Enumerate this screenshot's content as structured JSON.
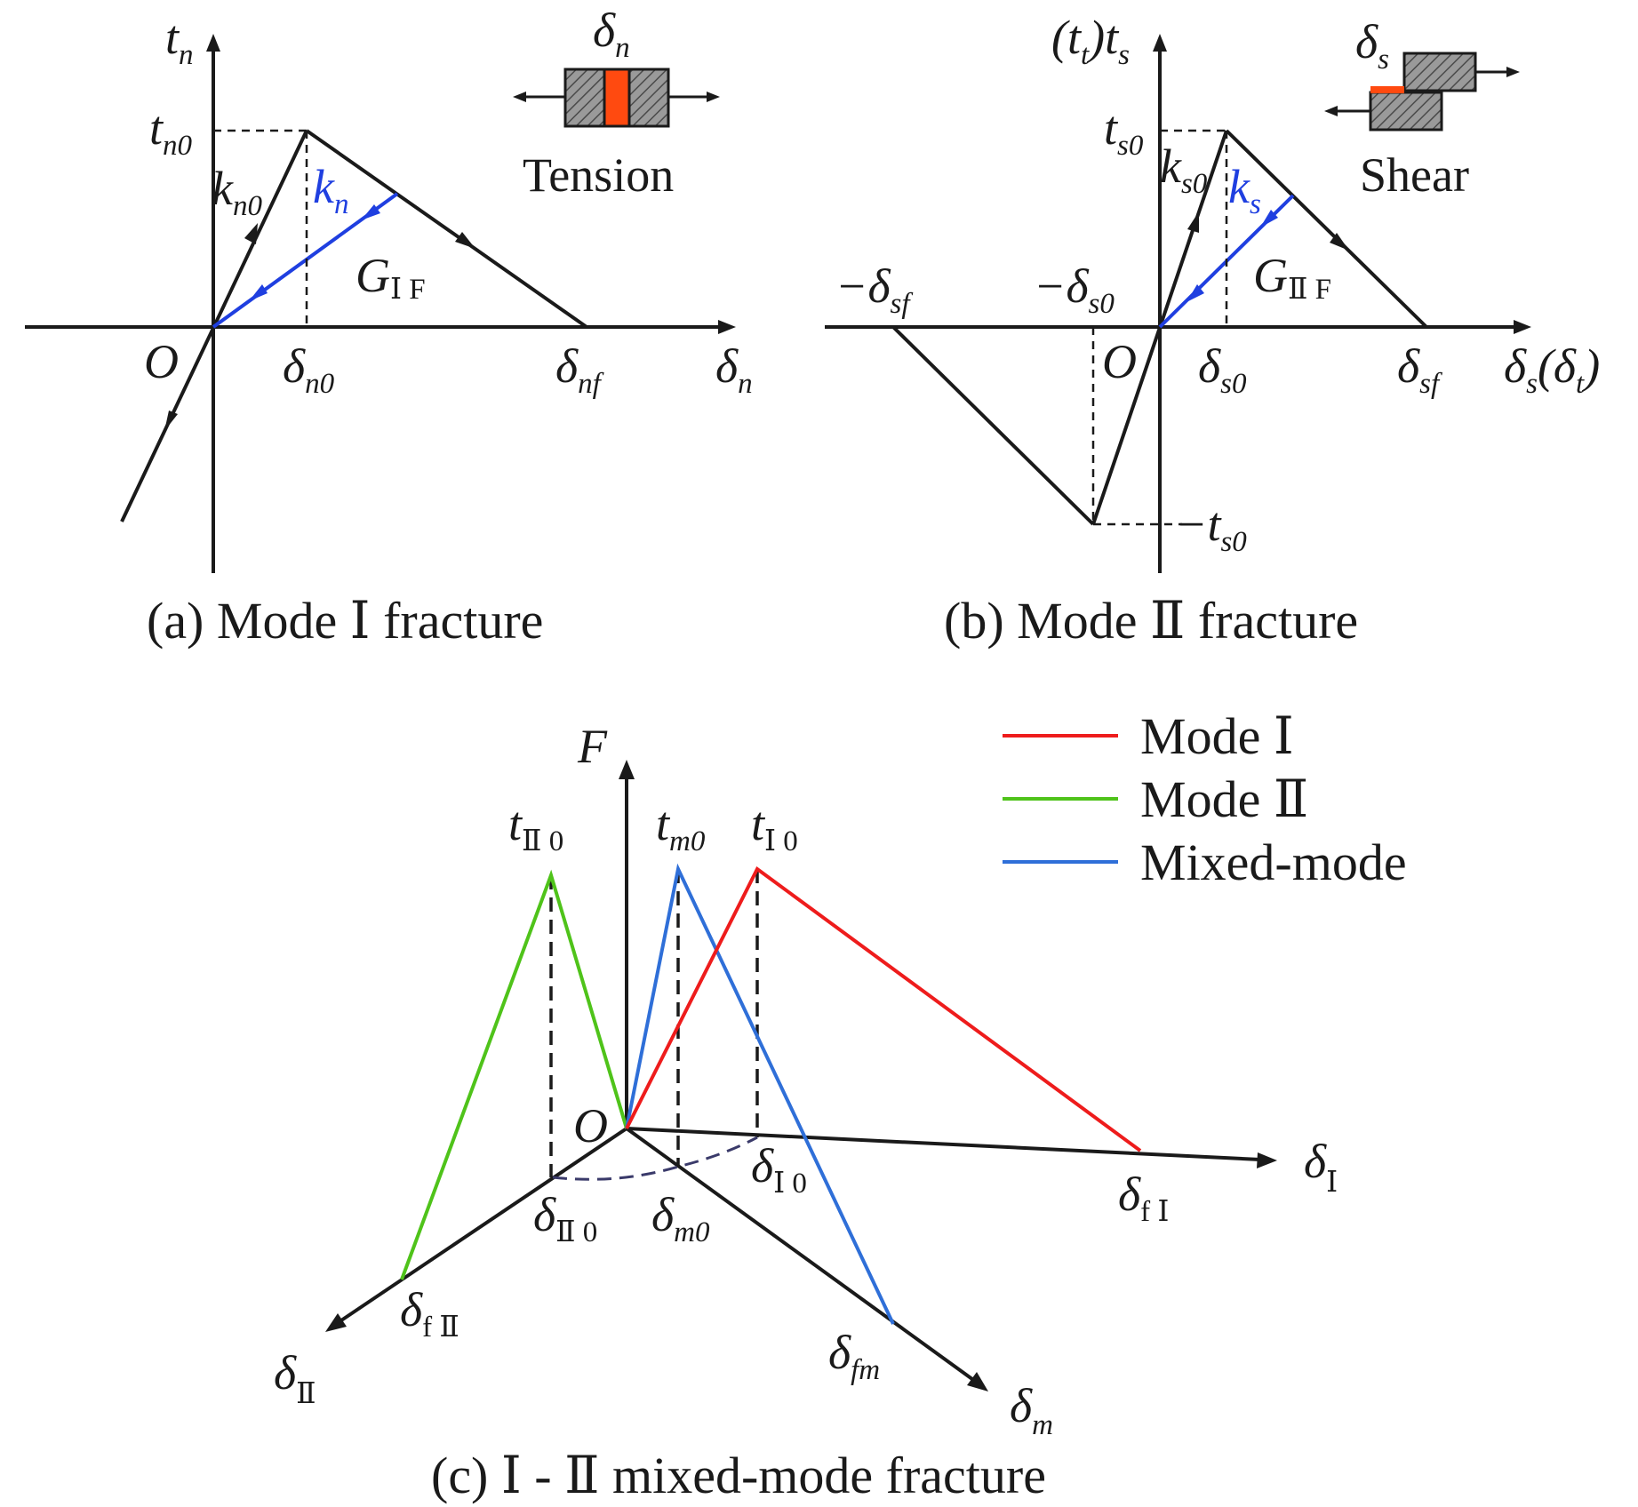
{
  "colors": {
    "black": "#1a1a1a",
    "blue": "#1f3fe0",
    "orange": "#ff4a10",
    "red": "#ee1c1c",
    "green": "#4fc31a",
    "mixed_blue": "#2f6fd8"
  },
  "panel_a": {
    "caption": "(a) Mode Ⅰ fracture",
    "box_label": "Tension",
    "y_axis": {
      "main": "t",
      "sub": "n"
    },
    "x_axis": {
      "main": "δ",
      "sub": "n"
    },
    "insert": {
      "main": "δ",
      "sub": "n"
    },
    "peak_t": {
      "main": "t",
      "sub": "n0"
    },
    "k0": {
      "main": "k",
      "sub": "n0"
    },
    "k": {
      "main": "k",
      "sub": "n"
    },
    "G": {
      "main": "G",
      "sub": "Ⅰ F"
    },
    "origin": "O",
    "d0": {
      "main": "δ",
      "sub": "n0"
    },
    "df": {
      "main": "δ",
      "sub": "nf"
    }
  },
  "panel_b": {
    "caption": "(b) Mode Ⅱ fracture",
    "box_label": "Shear",
    "y_axis": {
      "pre": "(t",
      "pre_sub": "t",
      "post": ")t",
      "sub": "s"
    },
    "x_axis": {
      "main": "δ",
      "sub": "s",
      "paren": "(δ",
      "paren_sub": "t",
      "close": ")"
    },
    "insert": {
      "main": "δ",
      "sub": "s"
    },
    "peak_t": {
      "main": "t",
      "sub": "s0"
    },
    "neg_peak_t": {
      "main": "−t",
      "sub": "s0"
    },
    "k0": {
      "main": "k",
      "sub": "s0"
    },
    "k": {
      "main": "k",
      "sub": "s"
    },
    "G": {
      "main": "G",
      "sub": "Ⅱ F"
    },
    "origin": "O",
    "d0": {
      "main": "δ",
      "sub": "s0"
    },
    "df": {
      "main": "δ",
      "sub": "sf"
    },
    "neg_d0": {
      "main": "−δ",
      "sub": "s0"
    },
    "neg_df": {
      "main": "−δ",
      "sub": "sf"
    }
  },
  "panel_c": {
    "caption": "(c) Ⅰ - Ⅱ mixed-mode fracture",
    "legend": [
      {
        "label": "Mode Ⅰ",
        "color": "#ee1c1c"
      },
      {
        "label": "Mode Ⅱ",
        "color": "#4fc31a"
      },
      {
        "label": "Mixed-mode",
        "color": "#2f6fd8"
      }
    ],
    "F_axis": "F",
    "origin": "O",
    "t2_0": {
      "main": "t",
      "sub": "Ⅱ 0"
    },
    "tm0": {
      "main": "t",
      "sub": "m0"
    },
    "t1_0": {
      "main": "t",
      "sub": "Ⅰ 0"
    },
    "d1_axis": {
      "main": "δ",
      "sub": "Ⅰ"
    },
    "d2_axis": {
      "main": "δ",
      "sub": "Ⅱ"
    },
    "dm_axis": {
      "main": "δ",
      "sub": "m"
    },
    "d1_0": {
      "main": "δ",
      "sub": "Ⅰ 0"
    },
    "d2_0": {
      "main": "δ",
      "sub": "Ⅱ 0"
    },
    "dm0": {
      "main": "δ",
      "sub": "m0"
    },
    "df1": {
      "main": "δ",
      "sub": "f Ⅰ"
    },
    "df2": {
      "main": "δ",
      "sub": "f Ⅱ"
    },
    "dfm": {
      "main": "δ",
      "sub": "fm"
    }
  }
}
